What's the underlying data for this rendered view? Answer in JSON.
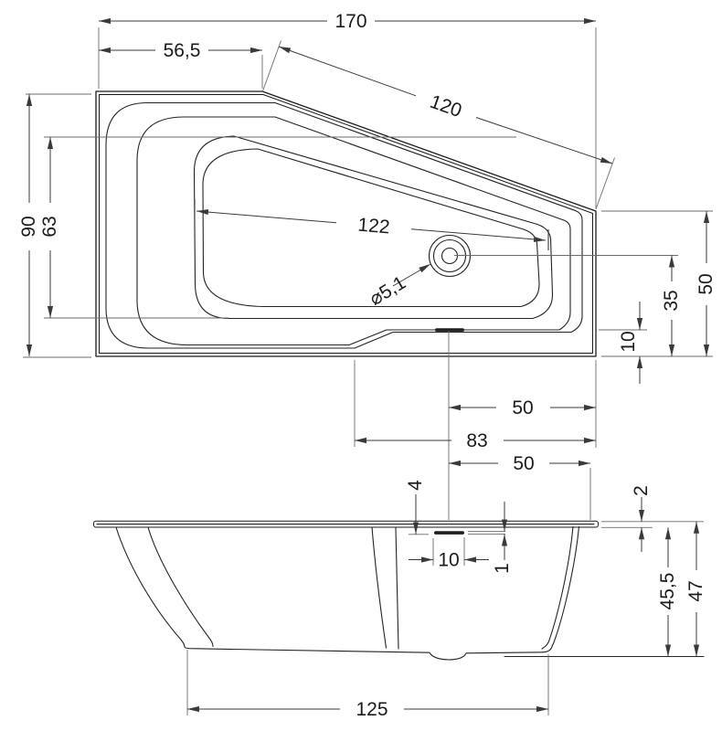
{
  "drawing": {
    "type": "bathtub-technical-drawing",
    "background_color": "#ffffff",
    "line_color": "#1a1a1a",
    "dimension_color": "#3a3a3a",
    "top_view": {
      "dims": {
        "overall_length": "170",
        "straight_top_edge": "56,5",
        "diagonal_edge": "120",
        "overall_width": "90",
        "basin_width": "63",
        "basin_length": "122",
        "drain_diameter": "⌀5,1",
        "right_end_width": "50",
        "drain_to_bottom_edge": "35",
        "ledge_to_bottom_edge": "10",
        "drain_to_right_end": "50",
        "ledge_length": "83"
      }
    },
    "side_view": {
      "dims": {
        "overflow_to_right_end": "50",
        "overflow_depth": "4",
        "rim_thickness": "2",
        "overflow_slot_width": "10",
        "overflow_slot_height": "1",
        "height_under_rim": "45,5",
        "overall_height": "47",
        "base_length": "125"
      }
    }
  }
}
